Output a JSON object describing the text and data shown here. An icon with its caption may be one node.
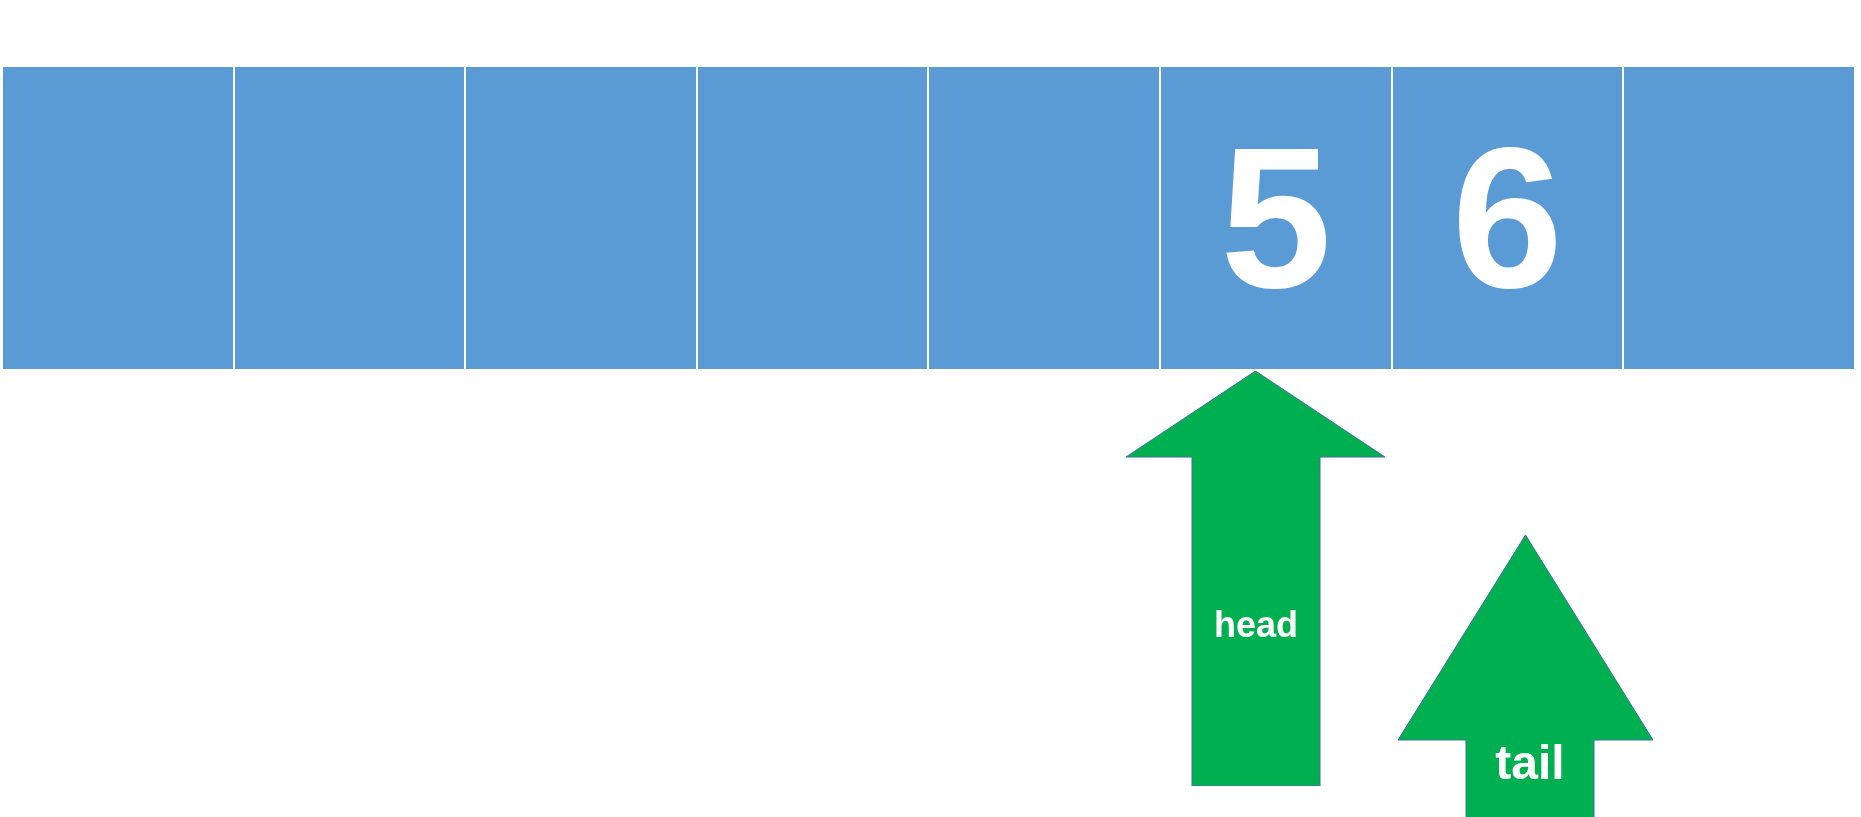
{
  "diagram": {
    "nodes": [
      {
        "text": [],
        "shape": "box"
      },
      {
        "text": [],
        "shape": "box"
      },
      {
        "text": [],
        "shape": "box"
      },
      {
        "text": [],
        "shape": "box"
      },
      {
        "text": [],
        "shape": "box"
      },
      {
        "text": [
          "5"
        ]
      },
      {
        "text": [
          "6"
        ]
      },
      {
        "text": [],
        "shape": "box"
      },
      {
        "text": [
          "head"
        ]
      },
      {
        "text": [
          "tail"
        ]
      }
    ]
  }
}
